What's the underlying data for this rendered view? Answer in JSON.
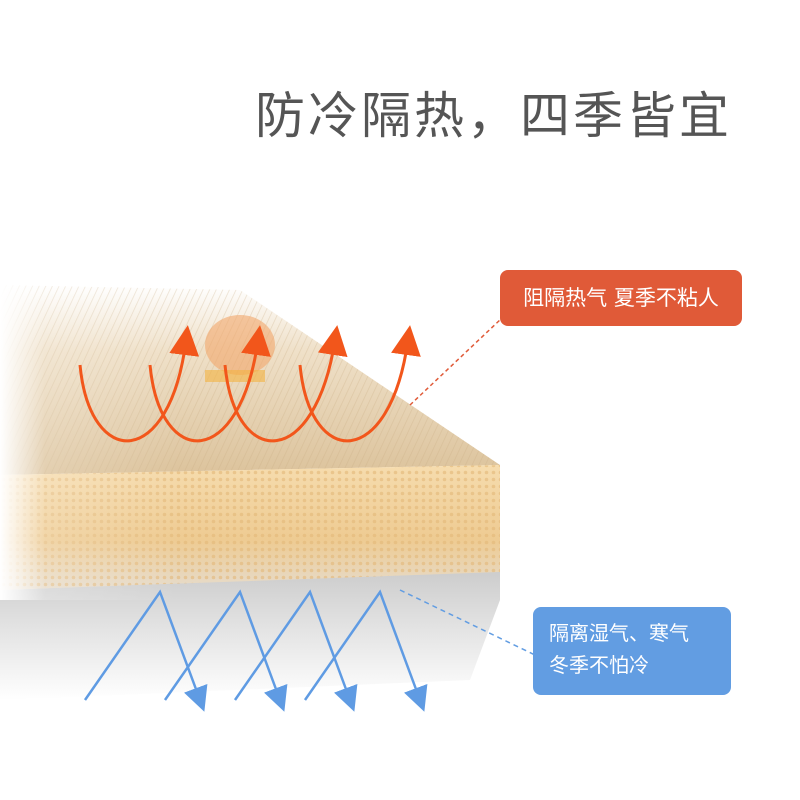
{
  "headline": "防冷隔热，四季皆宜",
  "callouts": {
    "heat": {
      "text": "阻隔热气 夏季不粘人",
      "color": "#e05a38"
    },
    "cold": {
      "line1": "隔离湿气、寒气",
      "line2": "冬季不怕冷",
      "color": "#629de2"
    }
  },
  "colors": {
    "heat_arrow": "#f2561b",
    "cold_arrow": "#5f9be3",
    "mat_top": "#e8d2b0",
    "mat_foam": "#f0cf98"
  }
}
